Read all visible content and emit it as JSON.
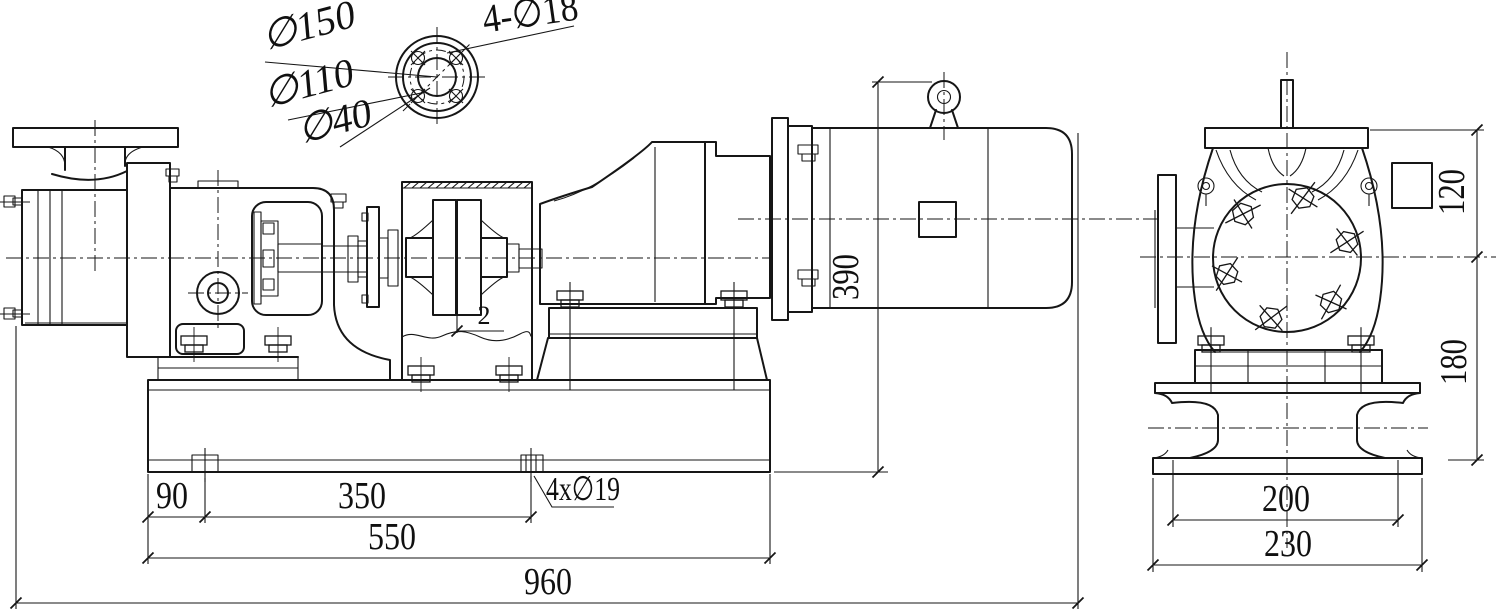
{
  "drawing": {
    "flange_detail": {
      "od_label": "∅150",
      "bolt_circle_label": "∅110",
      "bore_label": "∅40",
      "holes_label": "4-∅18"
    },
    "side_view": {
      "coupling_gap_label": "2",
      "height_label": "390",
      "dim_90": "90",
      "dim_350": "350",
      "dim_550": "550",
      "dim_960": "960",
      "base_holes_label": "4x∅19"
    },
    "end_view": {
      "dim_120": "120",
      "dim_180": "180",
      "dim_200": "200",
      "dim_230": "230"
    }
  }
}
